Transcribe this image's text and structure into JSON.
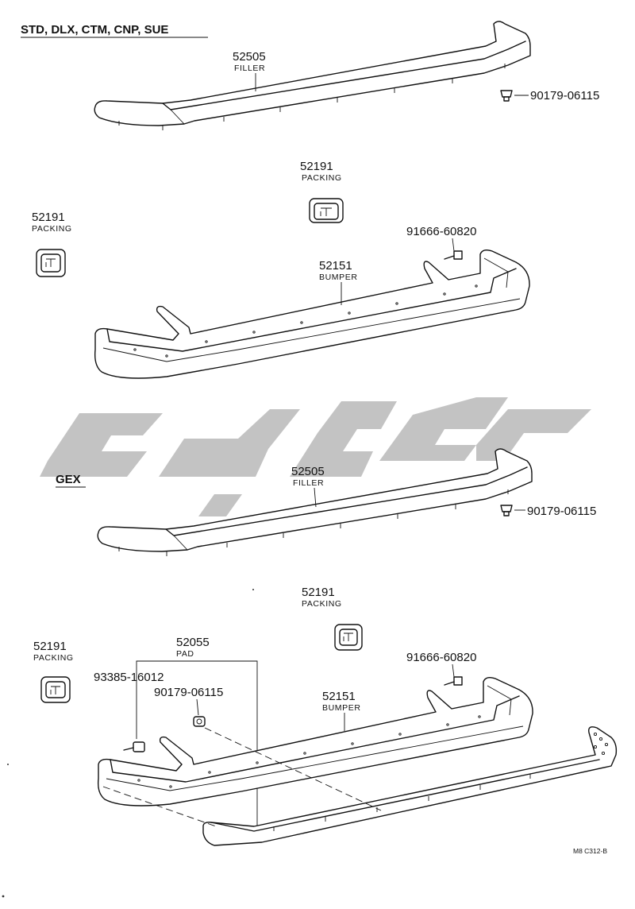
{
  "sections": {
    "top_header": "STD, DLX, CTM, CNP, SUE",
    "bottom_header": "GEX"
  },
  "labels": {
    "filler_top_no": "52505",
    "filler_top_name": "FILLER",
    "clip_top_no": "90179-06115",
    "packing_center_top_no": "52191",
    "packing_center_top_name": "PACKING",
    "packing_left_top_no": "52191",
    "packing_left_top_name": "PACKING",
    "bolt_top_no": "91666-60820",
    "bumper_top_no": "52151",
    "bumper_top_name": "BUMPER",
    "filler_bot_no": "52505",
    "filler_bot_name": "FILLER",
    "clip_bot_no": "90179-06115",
    "packing_center_bot_no": "52191",
    "packing_center_bot_name": "PACKING",
    "packing_left_bot_no": "52191",
    "packing_left_bot_name": "PACKING",
    "pad_no": "52055",
    "pad_name": "PAD",
    "screw_no": "93385-16012",
    "pad_clip_no": "90179-06115",
    "bolt_bot_no": "91666-60820",
    "bumper_bot_no": "52151",
    "bumper_bot_name": "BUMPER"
  },
  "figure_code": "M8 C312-B",
  "colors": {
    "ink": "#111111",
    "watermark": "#b9b9b9"
  }
}
